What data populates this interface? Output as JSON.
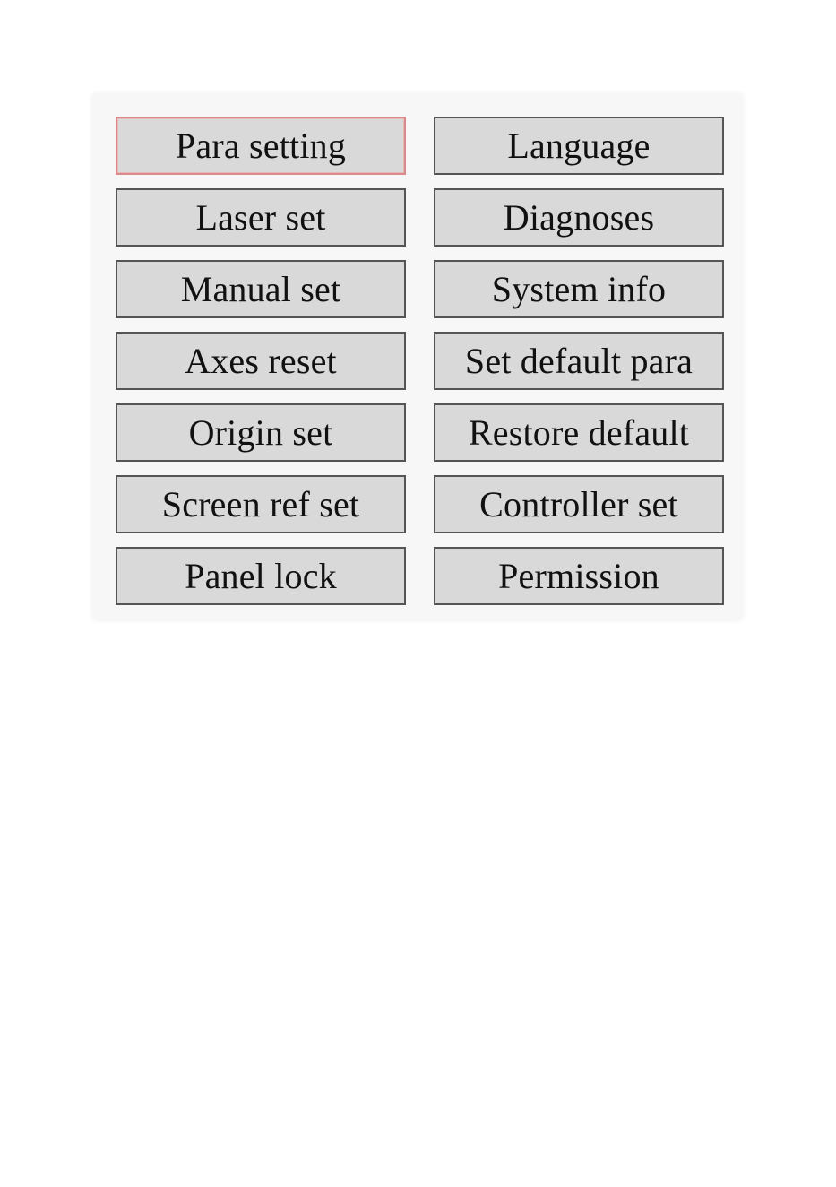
{
  "menu": {
    "selected": "Para setting",
    "left_items": [
      {
        "label": "Para setting"
      },
      {
        "label": "Laser set"
      },
      {
        "label": "Manual set"
      },
      {
        "label": "Axes reset"
      },
      {
        "label": "Origin set"
      },
      {
        "label": "Screen ref set"
      },
      {
        "label": "Panel lock"
      }
    ],
    "right_items": [
      {
        "label": "Language"
      },
      {
        "label": "Diagnoses"
      },
      {
        "label": "System info"
      },
      {
        "label": "Set default para"
      },
      {
        "label": "Restore default"
      },
      {
        "label": "Controller set"
      },
      {
        "label": "Permission"
      }
    ]
  },
  "colors": {
    "button_fill": "#d9d9d9",
    "button_border": "#555555",
    "selected_border": "#d98a8a",
    "text": "#111111"
  }
}
